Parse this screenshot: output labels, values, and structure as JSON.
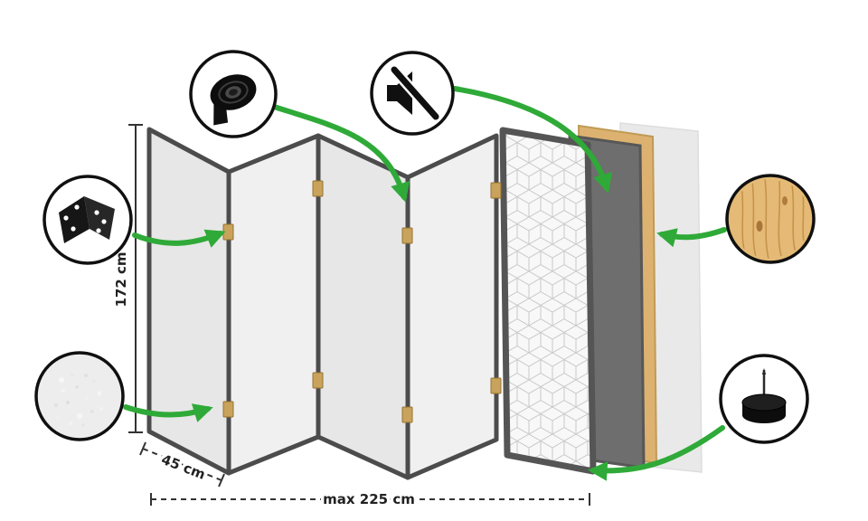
{
  "diagram": {
    "title": "folding-screen-room-divider-construction-diagram",
    "dimensions": {
      "height_label": "172 cm",
      "panel_width_label": "45 cm",
      "total_width_label": "max 225 cm"
    },
    "callouts": [
      {
        "id": "hinge",
        "icon": "hinge-icon"
      },
      {
        "id": "fleece",
        "icon": "fleece-texture-icon"
      },
      {
        "id": "tape",
        "icon": "tape-roll-icon"
      },
      {
        "id": "mute",
        "icon": "muted-speaker-icon"
      },
      {
        "id": "wood",
        "icon": "wood-texture-icon"
      },
      {
        "id": "felt_pad",
        "icon": "felt-pad-icon"
      }
    ],
    "colors": {
      "arrow_green": "#2faa38",
      "panel_face": "#e7e7e7",
      "panel_face_alt": "#f0f0f0",
      "panel_edge": "#4c4c4c",
      "pattern_panel_face": "#f8f8f8",
      "pattern_line": "#c9c9c9",
      "wood_frame": "#ddb271",
      "core_panel": "#6e6e6e",
      "backdrop_panel": "#e9e9e9",
      "hinge_wood": "#c9a35c",
      "text": "#222222"
    }
  }
}
